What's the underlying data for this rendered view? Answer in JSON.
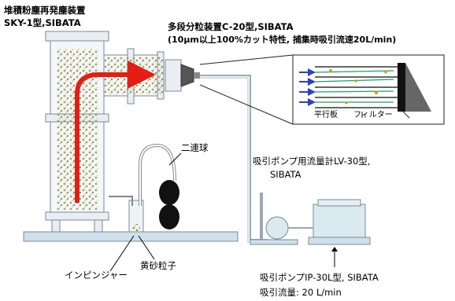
{
  "labels": {
    "resuspension_device_line1": "堆積粉塵再発塵装置",
    "resuspension_device_line2": "SKY-1型,SIBATA",
    "cascade_line1": "多段分粒装置C-20型,SIBATA",
    "cascade_line2": "(10μm以上100%カット特性, 捕集時吸引流速20L/min)",
    "parallel_plate": "平行板",
    "filter": "フィルター",
    "double_bulb": "二連球",
    "flowmeter_line1": "吸引ポンプ用流量計LV-30型,",
    "flowmeter_line2": "SIBATA",
    "impinger": "インピンジャー",
    "sand_particles": "黄砂粒子",
    "pump_line1": "吸引ポンプIP-30L型, SIBATA",
    "pump_line2": "吸引流量: 20 L/min"
  },
  "colors": {
    "arrow_red": "#e41e14",
    "dust": "#a39a4a",
    "panel": "#e8eef3",
    "edge": "#7a8a96",
    "base": "#cfe0ea",
    "device": "#dbe9f0",
    "bulb": "#111111",
    "flow_blue": "#2d40c8",
    "flow_green": "#1aa06a"
  }
}
